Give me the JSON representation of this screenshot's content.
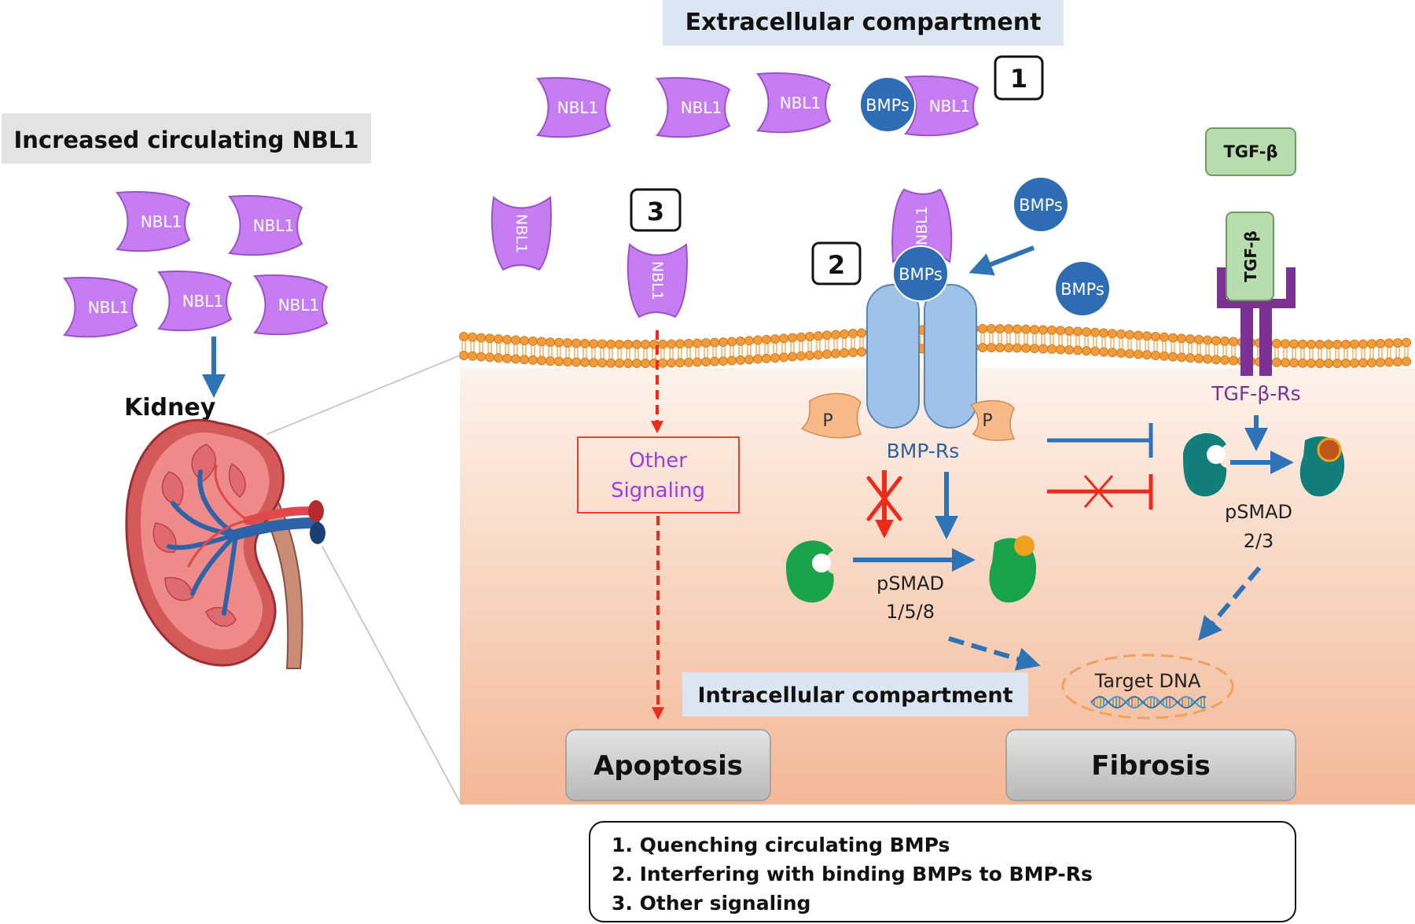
{
  "colors": {
    "nbl1": "#c77df2",
    "nbl1_stroke": "#9a52c8",
    "bmp": "#2e6db4",
    "receptor": "#9fc3e8",
    "receptor_stroke": "#5a84b4",
    "tgf_box": "#b9dcae",
    "tgf_stroke": "#6e9c5e",
    "tgf_receptor": "#7b3294",
    "membrane": "#f29b3a",
    "cyto_top": "#fdf2ea",
    "cyto_bottom": "#f3b896",
    "smad_green": "#1aa34a",
    "smad_teal": "#127e7a",
    "inhibit_red": "#ee2a1b",
    "arrow_blue": "#2e73b5",
    "phospho": "#f7b988",
    "result_box": "#c9c9c9",
    "header_bg": "#dce6f2",
    "left_header_bg": "#e3e3e3"
  },
  "headers": {
    "extracellular": "Extracellular compartment",
    "intracellular": "Intracellular compartment",
    "left": "Increased circulating NBL1"
  },
  "labels": {
    "kidney": "Kidney",
    "nbl1": "NBL1",
    "bmps": "BMPs",
    "tgf": "TGF-β",
    "bmp_rs": "BMP-Rs",
    "tgf_rs": "TGF-β-Rs",
    "p": "P",
    "psmad_158_line1": "pSMAD",
    "psmad_158_line2": "1/5/8",
    "psmad_23_line1": "pSMAD",
    "psmad_23_line2": "2/3",
    "target_dna": "Target DNA",
    "other_signaling_line1": "Other",
    "other_signaling_line2": "Signaling",
    "apoptosis": "Apoptosis",
    "fibrosis": "Fibrosis"
  },
  "steps": {
    "one": "1",
    "two": "2",
    "three": "3"
  },
  "legend": [
    "1. Quenching circulating BMPs",
    "2. Interfering with binding BMPs to BMP-Rs",
    "3. Other signaling"
  ]
}
